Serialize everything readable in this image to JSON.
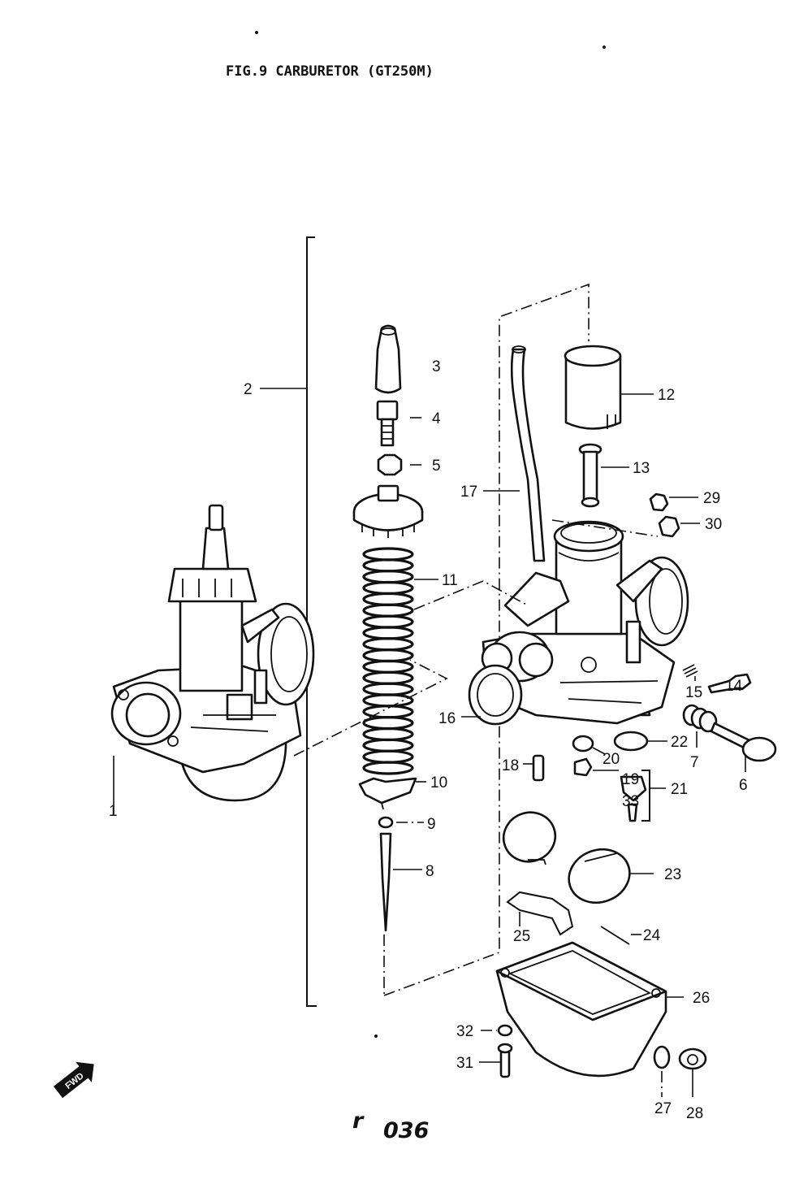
{
  "figure": {
    "title": "FIG.9  CARBURETOR (GT250M)",
    "page_number": "036",
    "page_mark": "r",
    "arrow_text": "FWD"
  },
  "callouts": [
    "1",
    "2",
    "3",
    "4",
    "5",
    "6",
    "7",
    "8",
    "9",
    "10",
    "11",
    "12",
    "13",
    "14",
    "15",
    "16",
    "17",
    "18",
    "19",
    "20",
    "21",
    "22",
    "23",
    "24",
    "25",
    "26",
    "27",
    "28",
    "29",
    "30",
    "31",
    "32",
    "33"
  ]
}
